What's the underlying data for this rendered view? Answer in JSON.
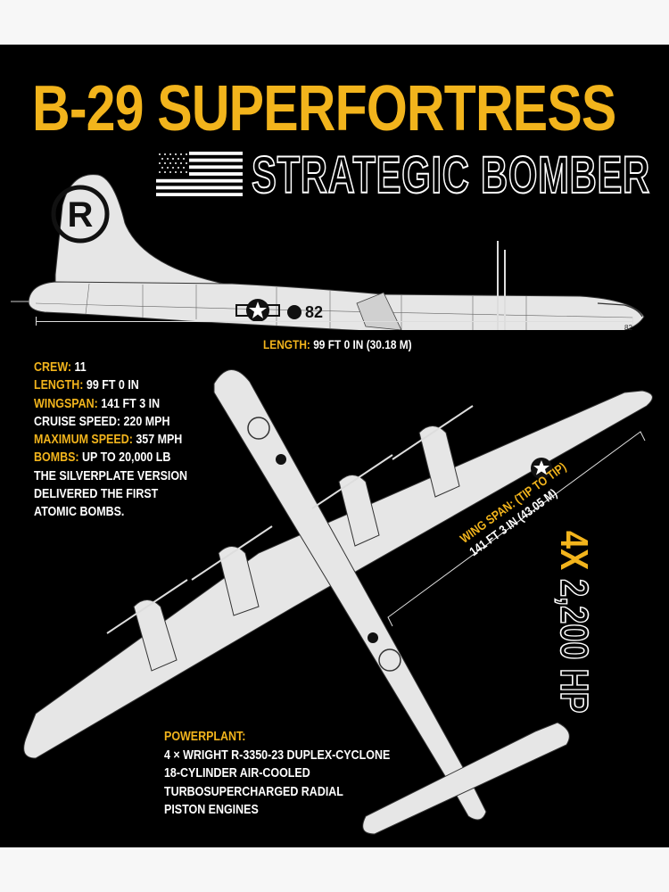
{
  "poster": {
    "background": "#000000",
    "page_background": "#f7f7f7",
    "accent_color": "#f2b41c",
    "text_color": "#ffffff",
    "title": "B-29 SUPERFORTRESS",
    "subtitle": "STRATEGIC BOMBER",
    "flag_icon": "us-flag",
    "side_view": {
      "tail_marking": "R",
      "fuselage_number": "82",
      "nose_number": "82",
      "length_label": "LENGTH:",
      "length_value": "99 FT 0 IN (30.18 M)"
    },
    "specs": [
      {
        "label": "CREW:",
        "value": "11"
      },
      {
        "label": "LENGTH:",
        "value": "99 FT 0 IN"
      },
      {
        "label": "WINGSPAN:",
        "value": "141 FT 3 IN"
      },
      {
        "label": "",
        "value": "CRUISE SPEED: 220 MPH"
      },
      {
        "label": "MAXIMUM SPEED:",
        "value": "357 MPH"
      },
      {
        "label": "BOMBS:",
        "value": "UP TO 20,000 LB"
      },
      {
        "label": "",
        "value": "THE SILVERPLATE VERSION"
      },
      {
        "label": "",
        "value": "DELIVERED THE FIRST"
      },
      {
        "label": "",
        "value": "ATOMIC BOMBS."
      }
    ],
    "wingspan": {
      "label": "WING SPAN: (TIP TO TIP)",
      "value": "141 FT 3 IN (43.05 M)"
    },
    "horsepower": {
      "prefix": "4X",
      "value": "2,200 HP"
    },
    "powerplant": {
      "label": "POWERPLANT:",
      "lines": [
        "4 × WRIGHT R-3350-23 DUPLEX-CYCLONE",
        "18-CYLINDER AIR-COOLED",
        "TURBOSUPERCHARGED RADIAL",
        "PISTON ENGINES"
      ]
    }
  }
}
